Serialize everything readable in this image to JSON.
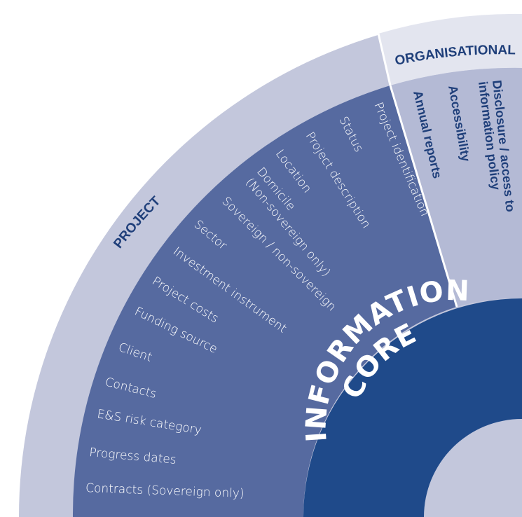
{
  "colors": {
    "outer_band": "#c3c7dc",
    "org_band": "#e3e5ef",
    "project_panel": "#566aa0",
    "org_panel": "#b4bad5",
    "core_ring": "#1f4a8a",
    "separator": "#ffffff",
    "label_text": "#1f3f7a"
  },
  "core": {
    "line1": "CORE",
    "line2": "INFORMATION"
  },
  "categories": {
    "project": "PROJECT",
    "organisational": "ORGANISATIONAL"
  },
  "project_items": [
    "Project identification",
    "Status",
    "Project description",
    "Location",
    "Domicile",
    "(Non-sovereign only)",
    "Sovereign / non-sovereign",
    "Sector",
    "Investment instrument",
    "Project costs",
    "Funding source",
    "Client",
    "Contacts",
    "E&S risk category",
    "Progress dates",
    "Contracts (Sovereign only)"
  ],
  "organisational_items": [
    "Disclosure / access to",
    "information policy",
    "Accessibility",
    "Annual reports"
  ]
}
